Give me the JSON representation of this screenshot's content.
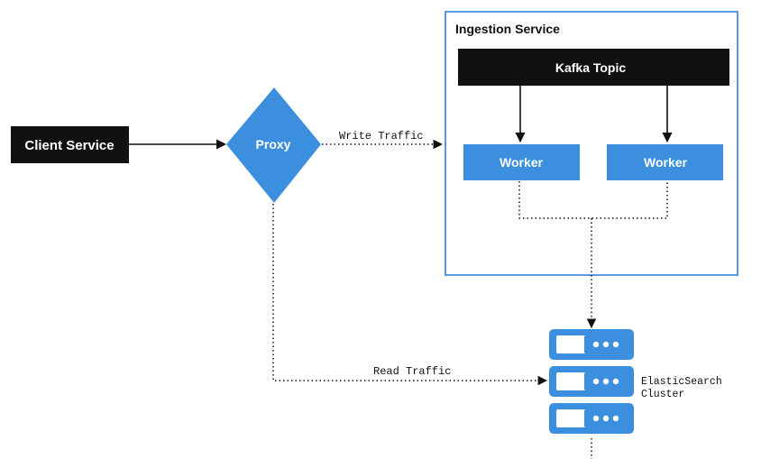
{
  "nodes": {
    "client_service": "Client Service",
    "proxy": "Proxy",
    "ingestion_service": "Ingestion Service",
    "kafka_topic": "Kafka Topic",
    "worker_left": "Worker",
    "worker_right": "Worker",
    "elasticsearch_line1": "ElasticSearch",
    "elasticsearch_line2": "Cluster"
  },
  "edges": {
    "write_traffic": "Write Traffic",
    "read_traffic": "Read Traffic"
  },
  "colors": {
    "dark_box": "#111111",
    "blue": "#3b8fde",
    "container_border": "#4a8fdf",
    "line": "#111111"
  }
}
